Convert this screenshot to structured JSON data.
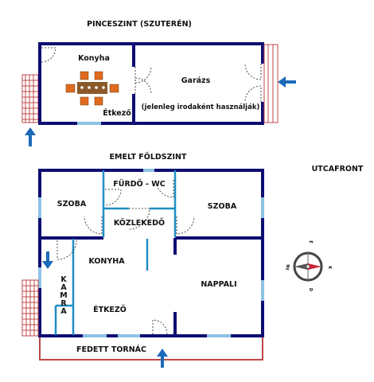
{
  "colors": {
    "wall": "#0d0d72",
    "partition": "#1f8fc4",
    "window": "#8ec3e6",
    "stairs": "#c04848",
    "arrow": "#1a6ab8",
    "table": "#8b5a2b",
    "chair": "#e06a1e"
  },
  "basement": {
    "title": "PINCESZINT (SZUTERÉN)",
    "rooms": {
      "kitchen": "Konyha",
      "dining": "Étkező",
      "garage": "Garázs",
      "garage_note": "(jelenleg irodaként használják)"
    }
  },
  "ground_floor": {
    "title": "EMELT FÖLDSZINT",
    "rooms": {
      "bathroom": "FÜRDŐ - WC",
      "room_left": "SZOBA",
      "room_right": "SZOBA",
      "hallway": "KÖZLEKEDŐ",
      "kitchen": "KONYHA",
      "pantry": "KAMRA",
      "dining": "ÉTKEZŐ",
      "living": "NAPPALI",
      "porch": "FEDETT TORNÁC"
    }
  },
  "street_label": "UTCAFRONT",
  "compass": {
    "icon": "compass-rose-icon",
    "north": "É",
    "south": "D",
    "east": "K",
    "west": "Ny"
  }
}
